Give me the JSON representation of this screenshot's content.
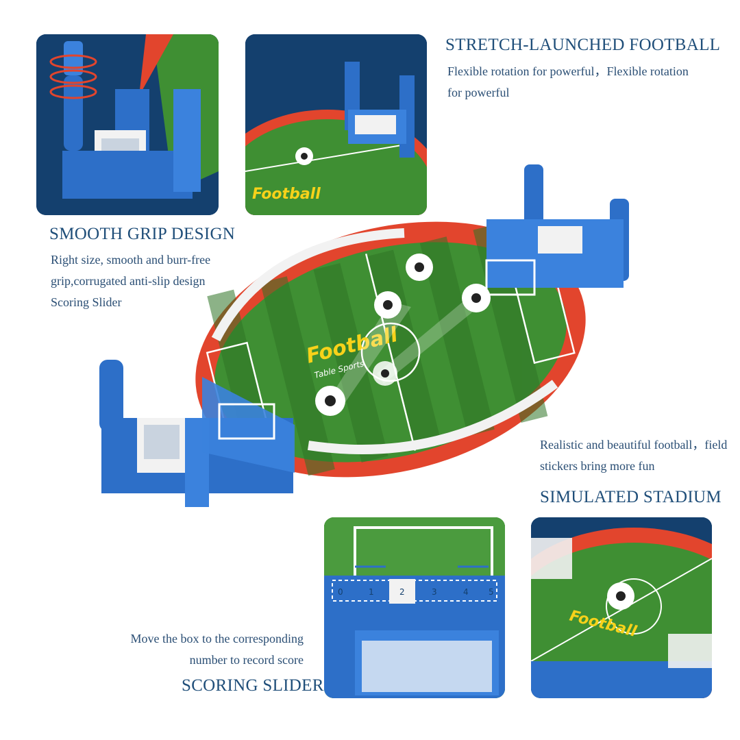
{
  "features": {
    "launch": {
      "title": "STRETCH-LAUNCHED FOOTBALL",
      "line1": "Flexible rotation for powerful，Flexible rotation",
      "line2": "for powerful"
    },
    "grip": {
      "title": "SMOOTH GRIP DESIGN",
      "line1": "Right size, smooth and burr-free",
      "line2": "grip,corrugated anti-slip design",
      "line3": "Scoring Slider"
    },
    "stadium": {
      "line1": "Realistic and beautiful football，field",
      "line2": "stickers bring more fun",
      "title": "SIMULATED STADIUM"
    },
    "slider": {
      "line1": "Move the box to the corresponding",
      "line2": "number to record score",
      "title": "SCORING SLIDER"
    }
  },
  "field_sticker": {
    "brand": "Football",
    "sub": "Table Sports"
  },
  "score_scale": [
    "0",
    "1",
    "2",
    "3",
    "4",
    "5"
  ],
  "colors": {
    "panel_bg": "#14406e",
    "text": "#1f4e79",
    "grass_light": "#3f8f33",
    "grass_dark": "#2f7526",
    "stadium_red": "#e2452d",
    "goal_blue": "#2d6fc8"
  }
}
